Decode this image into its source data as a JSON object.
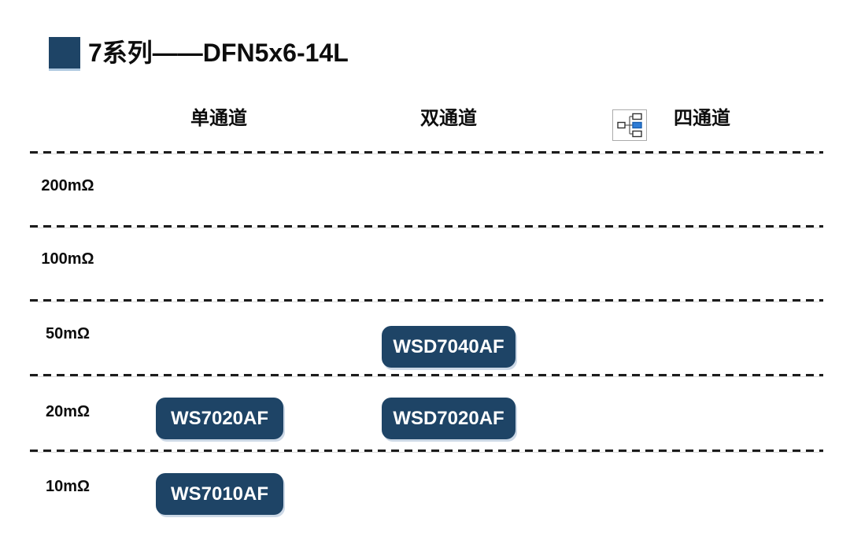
{
  "title": {
    "text": "7系列——DFN5x6-14L",
    "accent_color": "#1E4466"
  },
  "columns": [
    {
      "label": "单通道"
    },
    {
      "label": "双通道"
    },
    {
      "label": "四通道",
      "icon": "org-chart-placeholder-icon"
    }
  ],
  "rows": [
    {
      "label": "200mΩ"
    },
    {
      "label": "100mΩ"
    },
    {
      "label": "50mΩ"
    },
    {
      "label": "20mΩ"
    },
    {
      "label": "10mΩ"
    }
  ],
  "chips": [
    {
      "label": "WSD7040AF",
      "row": "50mΩ",
      "column": "双通道"
    },
    {
      "label": "WS7020AF",
      "row": "20mΩ",
      "column": "单通道"
    },
    {
      "label": "WSD7020AF",
      "row": "20mΩ",
      "column": "双通道"
    },
    {
      "label": "WS7010AF",
      "row": "10mΩ",
      "column": "单通道"
    }
  ],
  "colors": {
    "navy": "#1E4466",
    "chip_text": "#FFFFFF",
    "dash": "#1C1C1C",
    "icon_blue": "#2E7CD6",
    "background": "#FFFFFF"
  },
  "chart_data": {
    "type": "table",
    "title": "7系列——DFN5x6-14L",
    "columns": [
      "单通道",
      "双通道",
      "四通道"
    ],
    "rows": [
      "200mΩ",
      "100mΩ",
      "50mΩ",
      "20mΩ",
      "10mΩ"
    ],
    "cells": [
      {
        "row": "50mΩ",
        "column": "双通道",
        "value": "WSD7040AF"
      },
      {
        "row": "20mΩ",
        "column": "单通道",
        "value": "WS7020AF"
      },
      {
        "row": "20mΩ",
        "column": "双通道",
        "value": "WSD7020AF"
      },
      {
        "row": "10mΩ",
        "column": "单通道",
        "value": "WS7010AF"
      }
    ],
    "layout": {
      "grid": "dashed-horizontal-lines",
      "legend": "none"
    }
  }
}
